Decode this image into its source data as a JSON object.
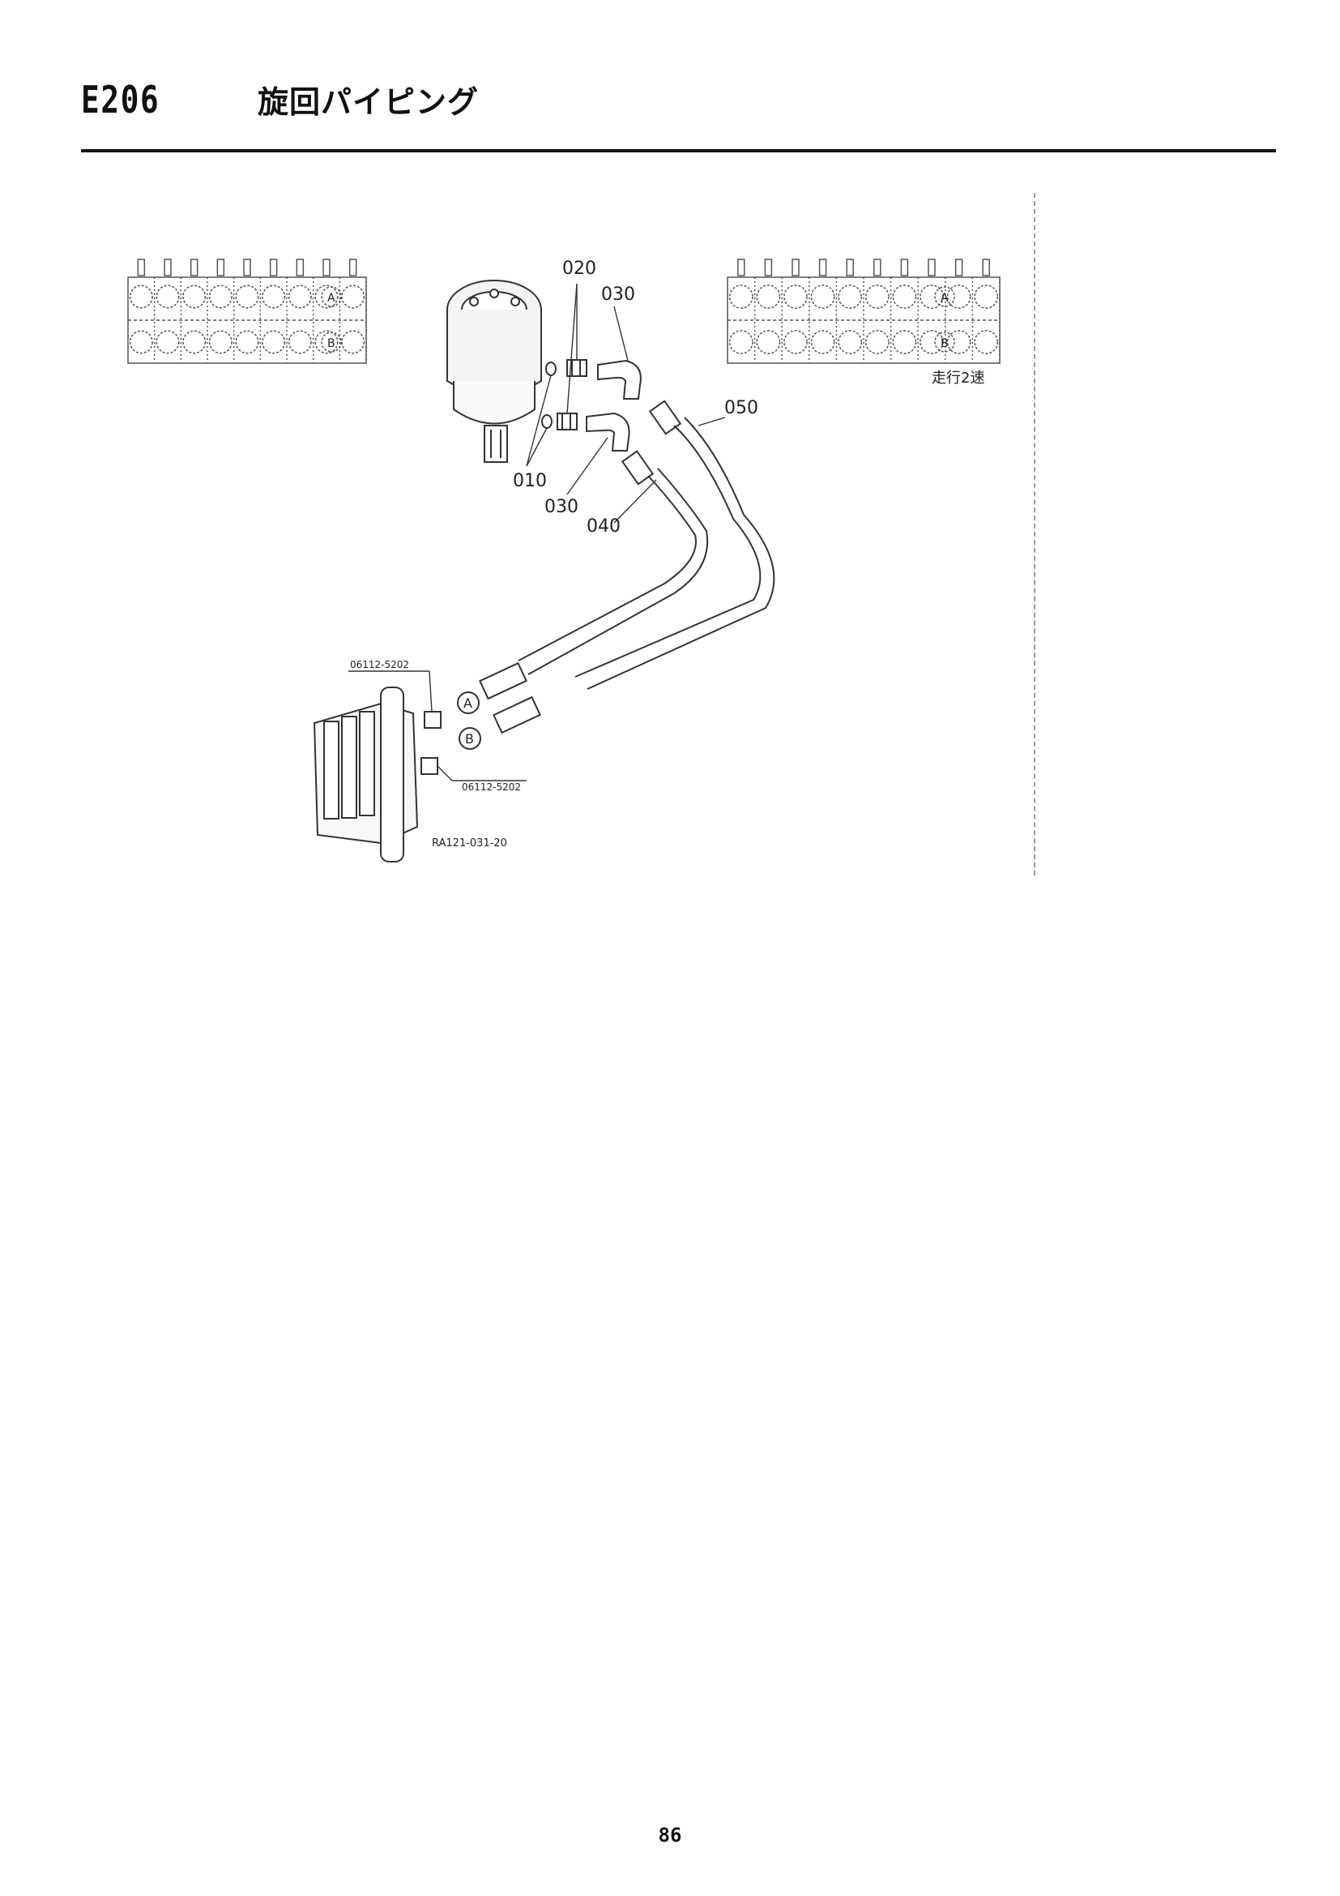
{
  "header": {
    "code": "E206",
    "title": "旋回パイピング"
  },
  "diagram": {
    "labels": {
      "p020": "020",
      "p030_top": "030",
      "p050": "050",
      "p010": "010",
      "p030_bottom": "030",
      "p040": "040",
      "ref_upper": "06112-5202",
      "ref_lower": "06112-5202",
      "port_a": "A",
      "port_b": "B",
      "drawing_no": "RA121-031-20"
    },
    "left_valve": {
      "port_a": "A",
      "port_b": "B"
    },
    "right_valve": {
      "port_a": "A",
      "port_b": "B",
      "caption": "走行2速"
    }
  },
  "footer": {
    "page": "86"
  }
}
